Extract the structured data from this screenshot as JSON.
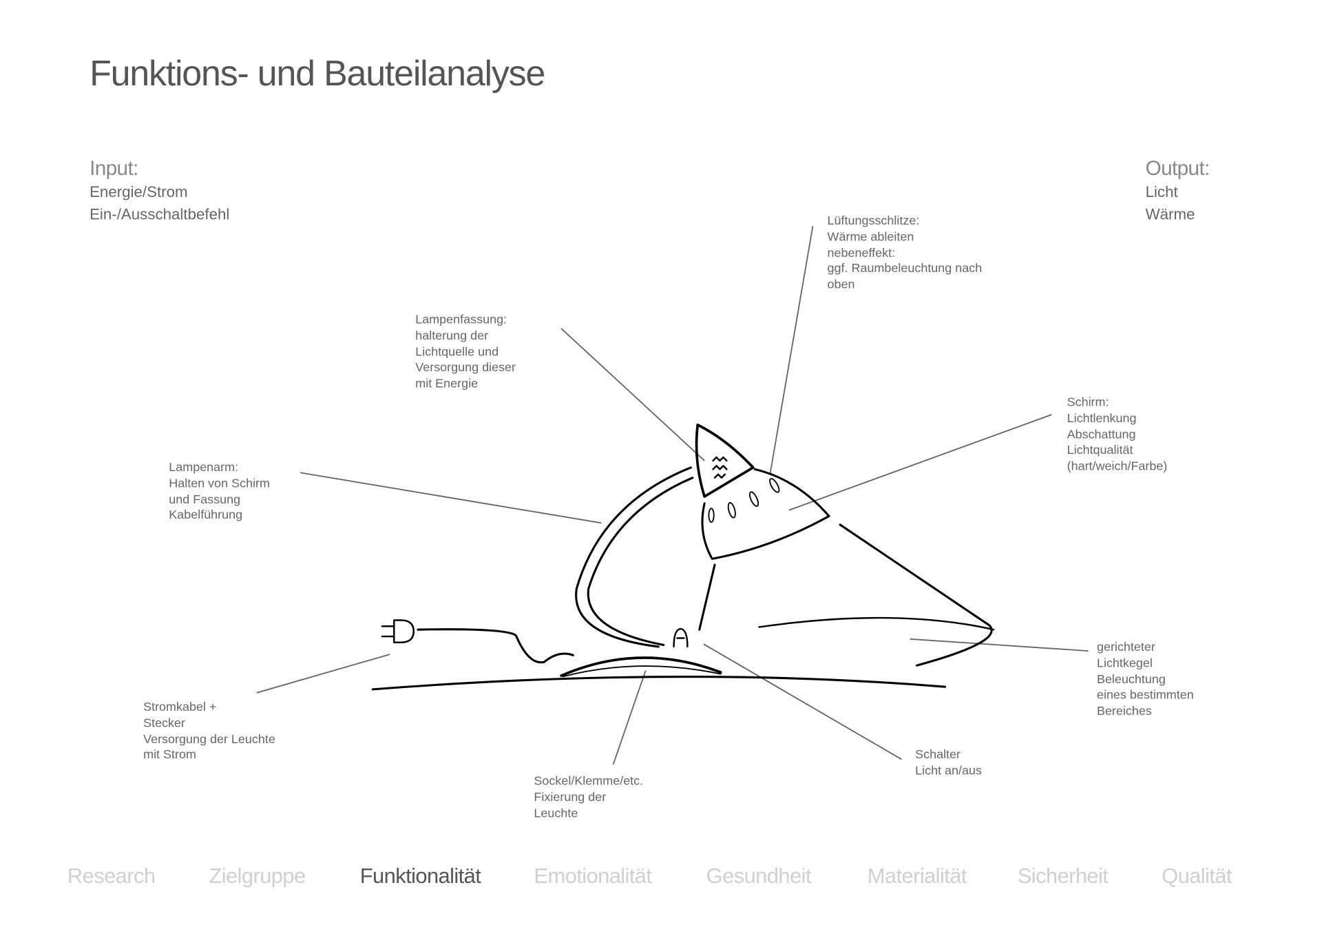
{
  "title": "Funktions- und Bauteilanalyse",
  "input": {
    "heading": "Input:",
    "items": [
      "Energie/Strom",
      "Ein-/Ausschaltbefehl"
    ]
  },
  "output": {
    "heading": "Output:",
    "items": [
      "Licht",
      "Wärme"
    ]
  },
  "annotations": {
    "lueftung": [
      "Lüftungsschlitze:",
      "Wärme ableiten",
      "nebeneffekt:",
      "ggf. Raumbeleuchtung nach",
      "oben"
    ],
    "fassung": [
      "Lampenfassung:",
      "halterung der",
      "Lichtquelle und",
      "Versorgung dieser",
      "mit Energie"
    ],
    "schirm": [
      "Schirm:",
      "Lichtlenkung",
      "Abschattung",
      "Lichtqualität",
      "(hart/weich/Farbe)"
    ],
    "arm": [
      "Lampenarm:",
      "Halten von Schirm",
      "und Fassung",
      "Kabelführung"
    ],
    "kegel": [
      "gerichteter",
      "Lichtkegel",
      "Beleuchtung",
      "eines bestimmten",
      "Bereiches"
    ],
    "kabel": [
      "Stromkabel +",
      "Stecker",
      "Versorgung der Leuchte",
      "mit Strom"
    ],
    "schalter": [
      "Schalter",
      "Licht an/aus"
    ],
    "sockel": [
      "Sockel/Klemme/etc.",
      "Fixierung der",
      "Leuchte"
    ]
  },
  "nav": {
    "items": [
      "Research",
      "Zielgruppe",
      "Funktionalität",
      "Emotionalität",
      "Gesundheit",
      "Materialität",
      "Sicherheit",
      "Qualität"
    ],
    "active_index": 2
  },
  "colors": {
    "text": "#666666",
    "nav_inactive": "#d0d0d0",
    "nav_active": "#555555",
    "leader_line": "#666666",
    "sketch": "#000000"
  }
}
